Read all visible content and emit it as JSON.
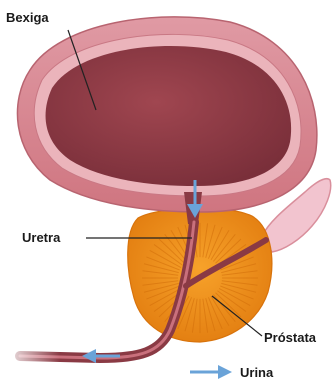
{
  "labels": {
    "bladder": "Bexiga",
    "urethra": "Uretra",
    "prostate": "Próstata",
    "urine": "Urina"
  },
  "colors": {
    "bladder_outer": "#d7828c",
    "bladder_rim": "#e8aab2",
    "bladder_inner": "#8c3844",
    "prostate": "#f39a1e",
    "prostate_dark": "#e27d10",
    "urethra": "#8a3a44",
    "urethra_lumen": "#c9707c",
    "flow_arrow": "#6aa3d8",
    "seminal_vesicle": "#f2c4cf"
  },
  "icons": {
    "flow": "arrow-down-icon",
    "legend": "arrow-right-icon"
  }
}
